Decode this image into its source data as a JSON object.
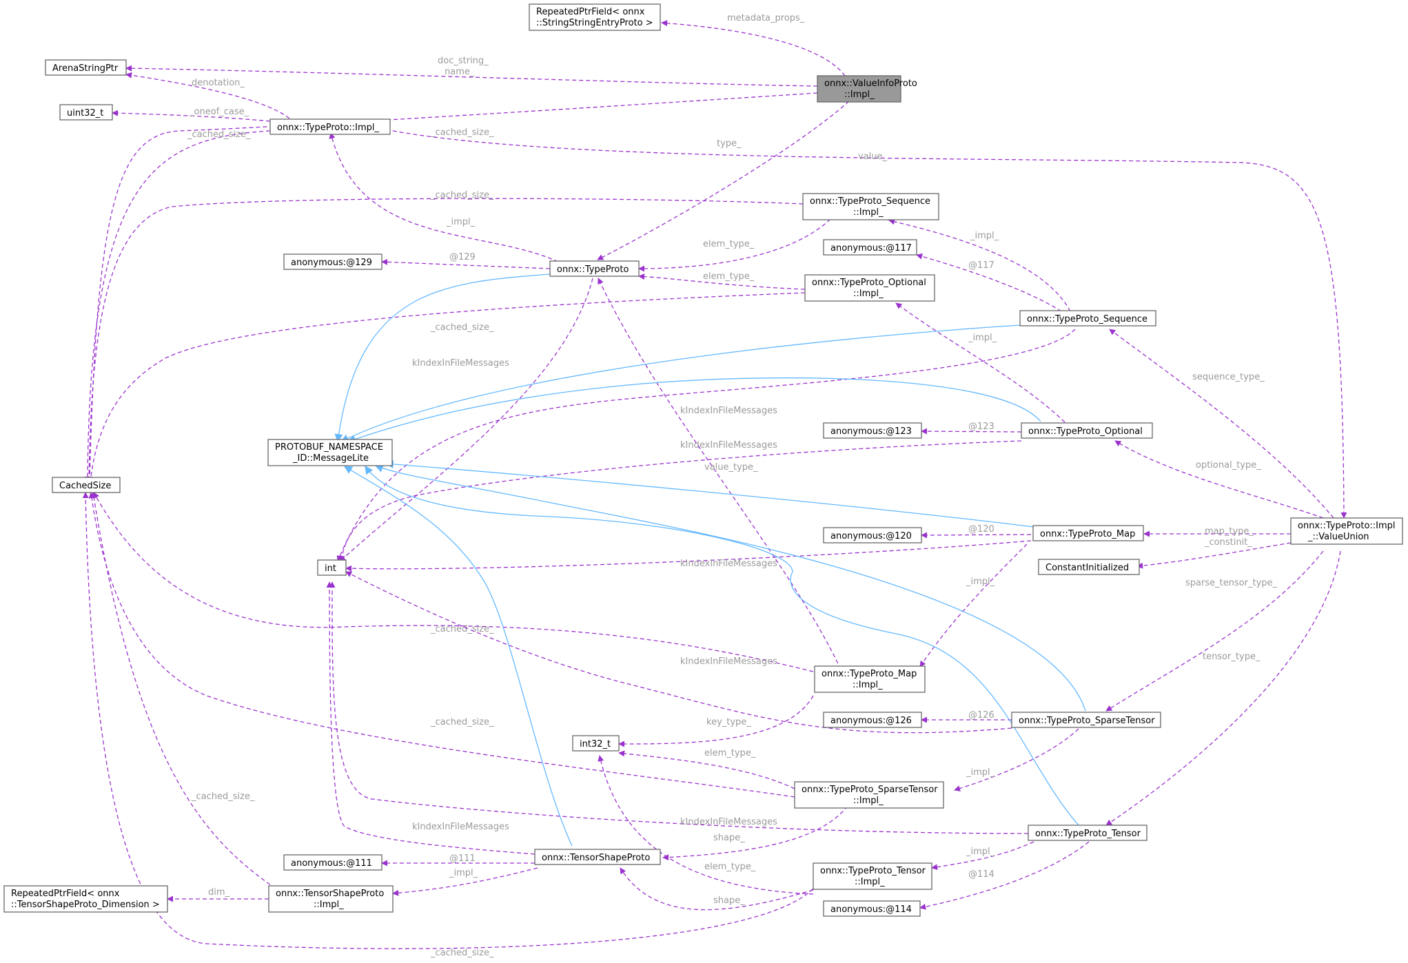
{
  "colors": {
    "usage_edge": "#9a32cd",
    "inherit_edge": "#63b8ff",
    "focus_node_fill": "#999999",
    "edge_label": "#9a9a9a"
  },
  "nodes": {
    "repeated_metadata": [
      "RepeatedPtrField< onnx",
      "::StringStringEntryProto >"
    ],
    "arena": [
      "ArenaStringPtr"
    ],
    "valueinfo_impl": [
      "onnx::ValueInfoProto",
      "::Impl_"
    ],
    "uint32": [
      "uint32_t"
    ],
    "typeproto_impl": [
      "onnx::TypeProto::Impl_"
    ],
    "seq_impl": [
      "onnx::TypeProto_Sequence",
      "::Impl_"
    ],
    "anon117": [
      "anonymous:@117"
    ],
    "anon129": [
      "anonymous:@129"
    ],
    "typeproto": [
      "onnx::TypeProto"
    ],
    "opt_impl": [
      "onnx::TypeProto_Optional",
      "::Impl_"
    ],
    "sequence": [
      "onnx::TypeProto_Sequence"
    ],
    "messagelite": [
      "PROTOBUF_NAMESPACE",
      "_ID::MessageLite"
    ],
    "cachedsize": [
      "CachedSize"
    ],
    "anon123": [
      "anonymous:@123"
    ],
    "optional": [
      "onnx::TypeProto_Optional"
    ],
    "anon120": [
      "anonymous:@120"
    ],
    "map": [
      "onnx::TypeProto_Map"
    ],
    "valueunion": [
      "onnx::TypeProto::Impl",
      "_::ValueUnion"
    ],
    "int": [
      "int"
    ],
    "constinit": [
      "ConstantInitialized"
    ],
    "map_impl": [
      "onnx::TypeProto_Map",
      "::Impl_"
    ],
    "anon126": [
      "anonymous:@126"
    ],
    "sparse": [
      "onnx::TypeProto_SparseTensor"
    ],
    "int32": [
      "int32_t"
    ],
    "sparse_impl": [
      "onnx::TypeProto_SparseTensor",
      "::Impl_"
    ],
    "tensor": [
      "onnx::TypeProto_Tensor"
    ],
    "anon111": [
      "anonymous:@111"
    ],
    "tsp": [
      "onnx::TensorShapeProto"
    ],
    "tensor_impl": [
      "onnx::TypeProto_Tensor",
      "::Impl_"
    ],
    "repeated_dim": [
      "RepeatedPtrField< onnx",
      "::TensorShapeProto_Dimension >"
    ],
    "tsp_impl": [
      "onnx::TensorShapeProto",
      "::Impl_"
    ],
    "anon114": [
      "anonymous:@114"
    ]
  },
  "edge_labels": {
    "metadata_props": "metadata_props_",
    "doc_string": "doc_string_",
    "name": "name_",
    "denotation": "denotation_",
    "oneof_case": "_oneof_case_",
    "cached_size": "_cached_size_",
    "type": "type_",
    "value": "value_",
    "impl": "_impl_",
    "elem_type": "elem_type_",
    "at129": "@129",
    "at117": "@117",
    "at123": "@123",
    "at120": "@120",
    "at126": "@126",
    "at111": "@111",
    "at114": "@114",
    "kindex": "kIndexInFileMessages",
    "value_type": "value_type_",
    "sequence_type": "sequence_type_",
    "optional_type": "optional_type_",
    "map_type": "map_type_",
    "constinit": "_constinit_",
    "sparse_tensor_type": "sparse_tensor_type_",
    "tensor_type": "tensor_type_",
    "key_type": "key_type_",
    "shape": "shape_",
    "dim": "dim_"
  }
}
